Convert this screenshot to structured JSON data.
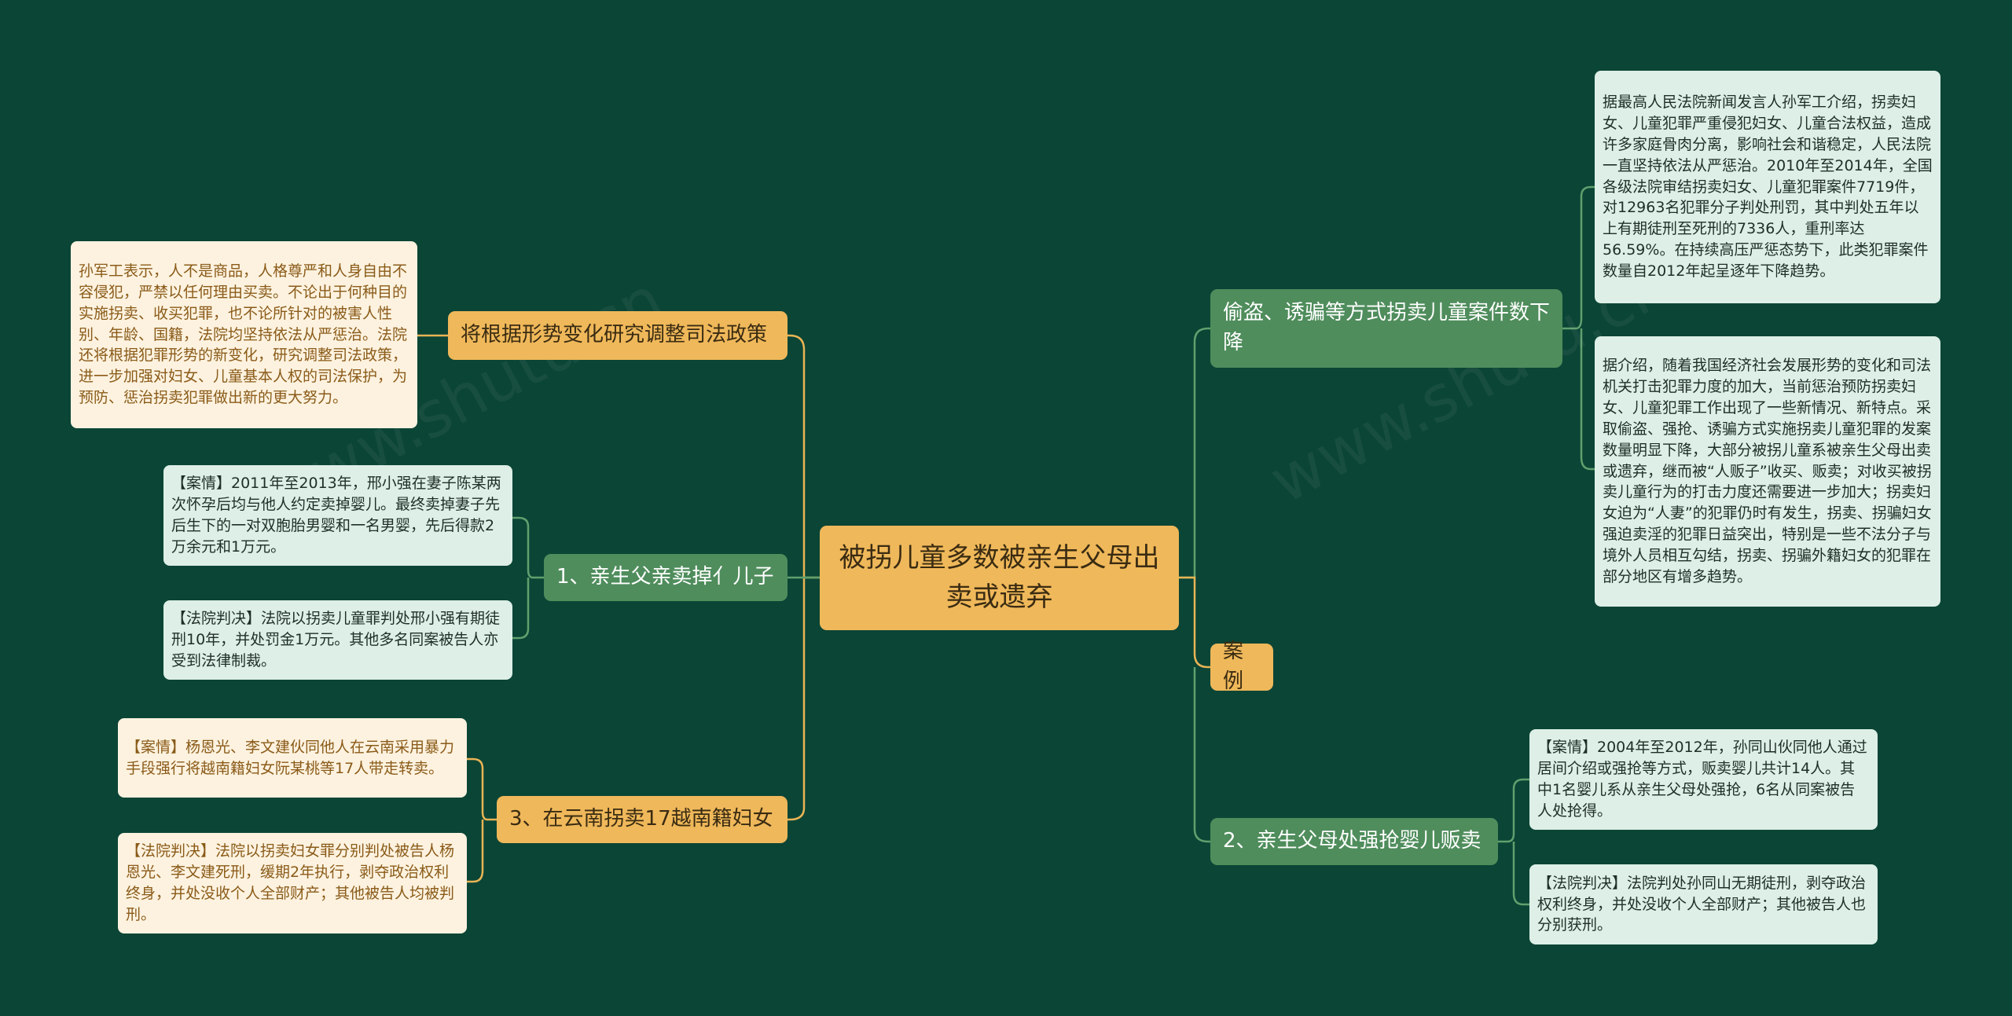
{
  "central": {
    "title": "被拐儿童多数被亲生父母出卖或遗弃"
  },
  "left": {
    "policy": {
      "label": "将根据形势变化研究调整司法政策",
      "detail": "孙军工表示，人不是商品，人格尊严和人身自由不容侵犯，严禁以任何理由买卖。不论出于何种目的实施拐卖、收买犯罪，也不论所针对的被害人性别、年龄、国籍，法院均坚持依法从严惩治。法院还将根据犯罪形势的新变化，研究调整司法政策，进一步加强对妇女、儿童基本人权的司法保护，为预防、惩治拐卖犯罪做出新的更大努力。"
    },
    "case1": {
      "label": "1、亲生父亲卖掉亻儿子",
      "case": "【案情】2011年至2013年，邢小强在妻子陈某两次怀孕后均与他人约定卖掉婴儿。最终卖掉妻子先后生下的一对双胞胎男婴和一名男婴，先后得款2万余元和1万元。",
      "judgment": "【法院判决】法院以拐卖儿童罪判处邢小强有期徒刑10年，并处罚金1万元。其他多名同案被告人亦受到法律制裁。"
    },
    "case3": {
      "label": "3、在云南拐卖17越南籍妇女",
      "case": "【案情】杨恩光、李文建伙同他人在云南采用暴力手段强行将越南籍妇女阮某桃等17人带走转卖。",
      "judgment": "【法院判决】法院以拐卖妇女罪分别判处被告人杨恩光、李文建死刑，缓期2年执行，剥夺政治权利终身，并处没收个人全部财产；其他被告人均被判刑。"
    }
  },
  "right": {
    "decline": {
      "label": "偷盗、诱骗等方式拐卖儿童案件数下降",
      "detail1": "据最高人民法院新闻发言人孙军工介绍，拐卖妇女、儿童犯罪严重侵犯妇女、儿童合法权益，造成许多家庭骨肉分离，影响社会和谐稳定，人民法院一直坚持依法从严惩治。2010年至2014年，全国各级法院审结拐卖妇女、儿童犯罪案件7719件，对12963名犯罪分子判处刑罚，其中判处五年以上有期徒刑至死刑的7336人，重刑率达56.59%。在持续高压严惩态势下，此类犯罪案件数量自2012年起呈逐年下降趋势。",
      "detail2": "据介绍，随着我国经济社会发展形势的变化和司法机关打击犯罪力度的加大，当前惩治预防拐卖妇女、儿童犯罪工作出现了一些新情况、新特点。采取偷盗、强抢、诱骗方式实施拐卖儿童犯罪的发案数量明显下降，大部分被拐儿童系被亲生父母出卖或遗弃，继而被“人贩子”收买、贩卖；对收买被拐卖儿童行为的打击力度还需要进一步加大；拐卖妇女迫为“人妻”的犯罪仍时有发生，拐卖、拐骗妇女强迫卖淫的犯罪日益突出，特别是一些不法分子与境外人员相互勾结，拐卖、拐骗外籍妇女的犯罪在部分地区有增多趋势。"
    },
    "cases": {
      "label": "案例"
    },
    "case2": {
      "label": "2、亲生父母处强抢婴儿贩卖",
      "case": "【案情】2004年至2012年，孙同山伙同他人通过居间介绍或强抢等方式，贩卖婴儿共计14人。其中1名婴儿系从亲生父母处强抢，6名从同案被告人处抢得。",
      "judgment": "【法院判决】法院判处孙同山无期徒刑，剥夺政治权利终身，并处没收个人全部财产；其他被告人也分别获刑。"
    }
  },
  "colors": {
    "background": "#0b4536",
    "yellow_node": "#efb85a",
    "green_node": "#4f8d5c",
    "yellow_line": "#e8b455",
    "green_line": "#5fa06d"
  }
}
